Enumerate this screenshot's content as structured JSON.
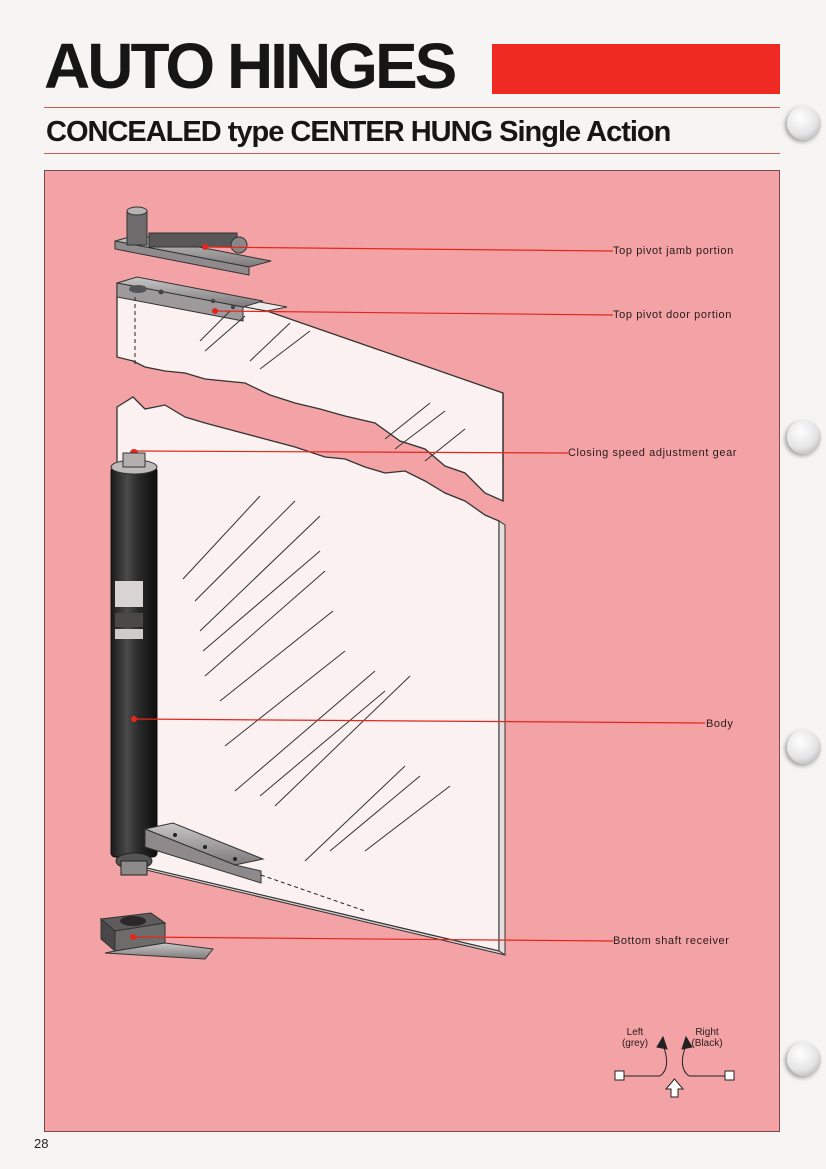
{
  "header": {
    "title": "AUTO HINGES",
    "subtitle": "CONCEALED type CENTER HUNG Single Action",
    "accent_color": "#ee2a22"
  },
  "diagram": {
    "background_color": "#f3a3a6",
    "leader_color": "#e5261c",
    "callouts": [
      {
        "id": "top-pivot-jamb",
        "label": "Top pivot jamb portion"
      },
      {
        "id": "top-pivot-door",
        "label": "Top pivot door portion"
      },
      {
        "id": "closing-speed-gear",
        "label": "Closing speed adjustment gear"
      },
      {
        "id": "body",
        "label": "Body"
      },
      {
        "id": "bottom-shaft-receiver",
        "label": "Bottom shaft receiver"
      }
    ],
    "direction": {
      "left_label": "Left\n(grey)",
      "right_label": "Right\n(Black)"
    }
  },
  "footer": {
    "page_number": "28"
  }
}
